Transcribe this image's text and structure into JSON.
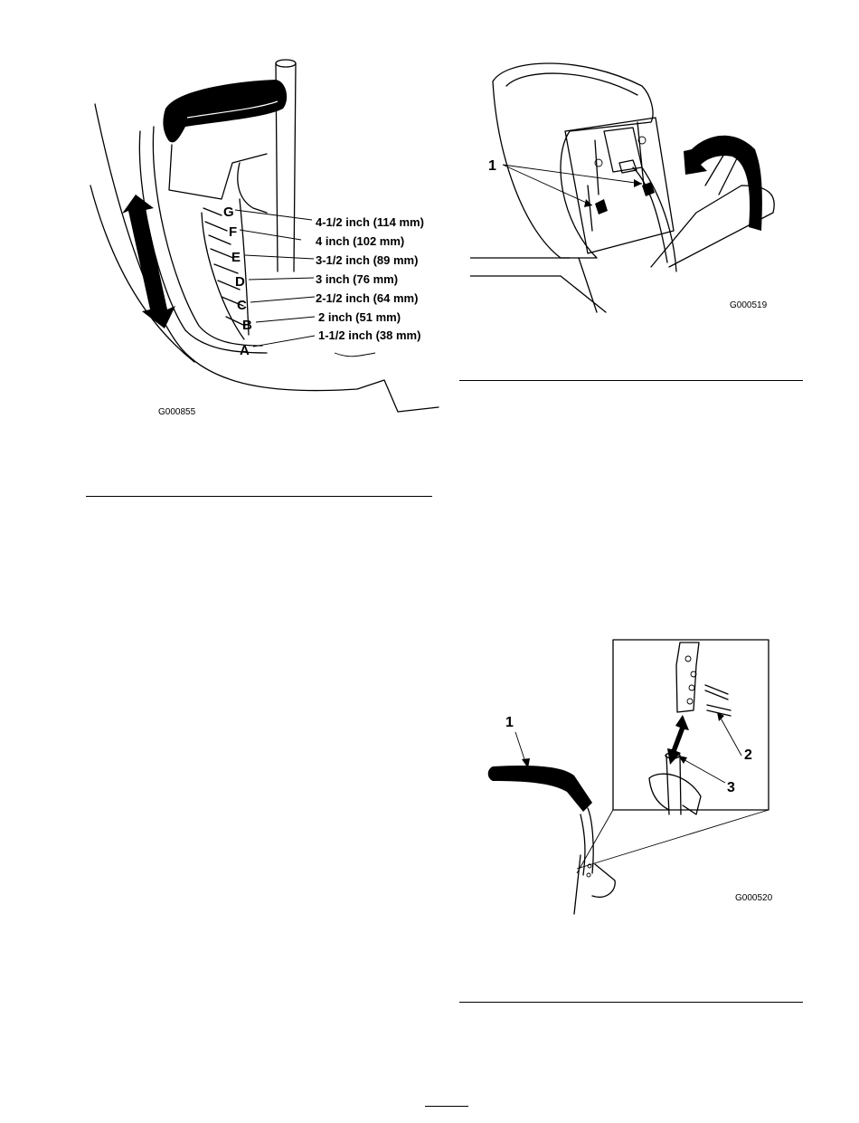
{
  "figure_height": {
    "code": "G000855",
    "positions": [
      {
        "letter": "G",
        "value": "4-1/2 inch (114 mm)"
      },
      {
        "letter": "F",
        "value": "4 inch (102 mm)"
      },
      {
        "letter": "E",
        "value": "3-1/2 inch (89 mm)"
      },
      {
        "letter": "D",
        "value": "3 inch (76 mm)"
      },
      {
        "letter": "C",
        "value": "2-1/2 inch (64 mm)"
      },
      {
        "letter": "B",
        "value": "2 inch (51 mm)"
      },
      {
        "letter": "A",
        "value": "1-1/2 inch (38 mm)"
      }
    ]
  },
  "figure_seat": {
    "code": "G000519",
    "callout": "1"
  },
  "figure_lever": {
    "code": "G000520",
    "callouts": [
      "1",
      "2",
      "3"
    ]
  }
}
